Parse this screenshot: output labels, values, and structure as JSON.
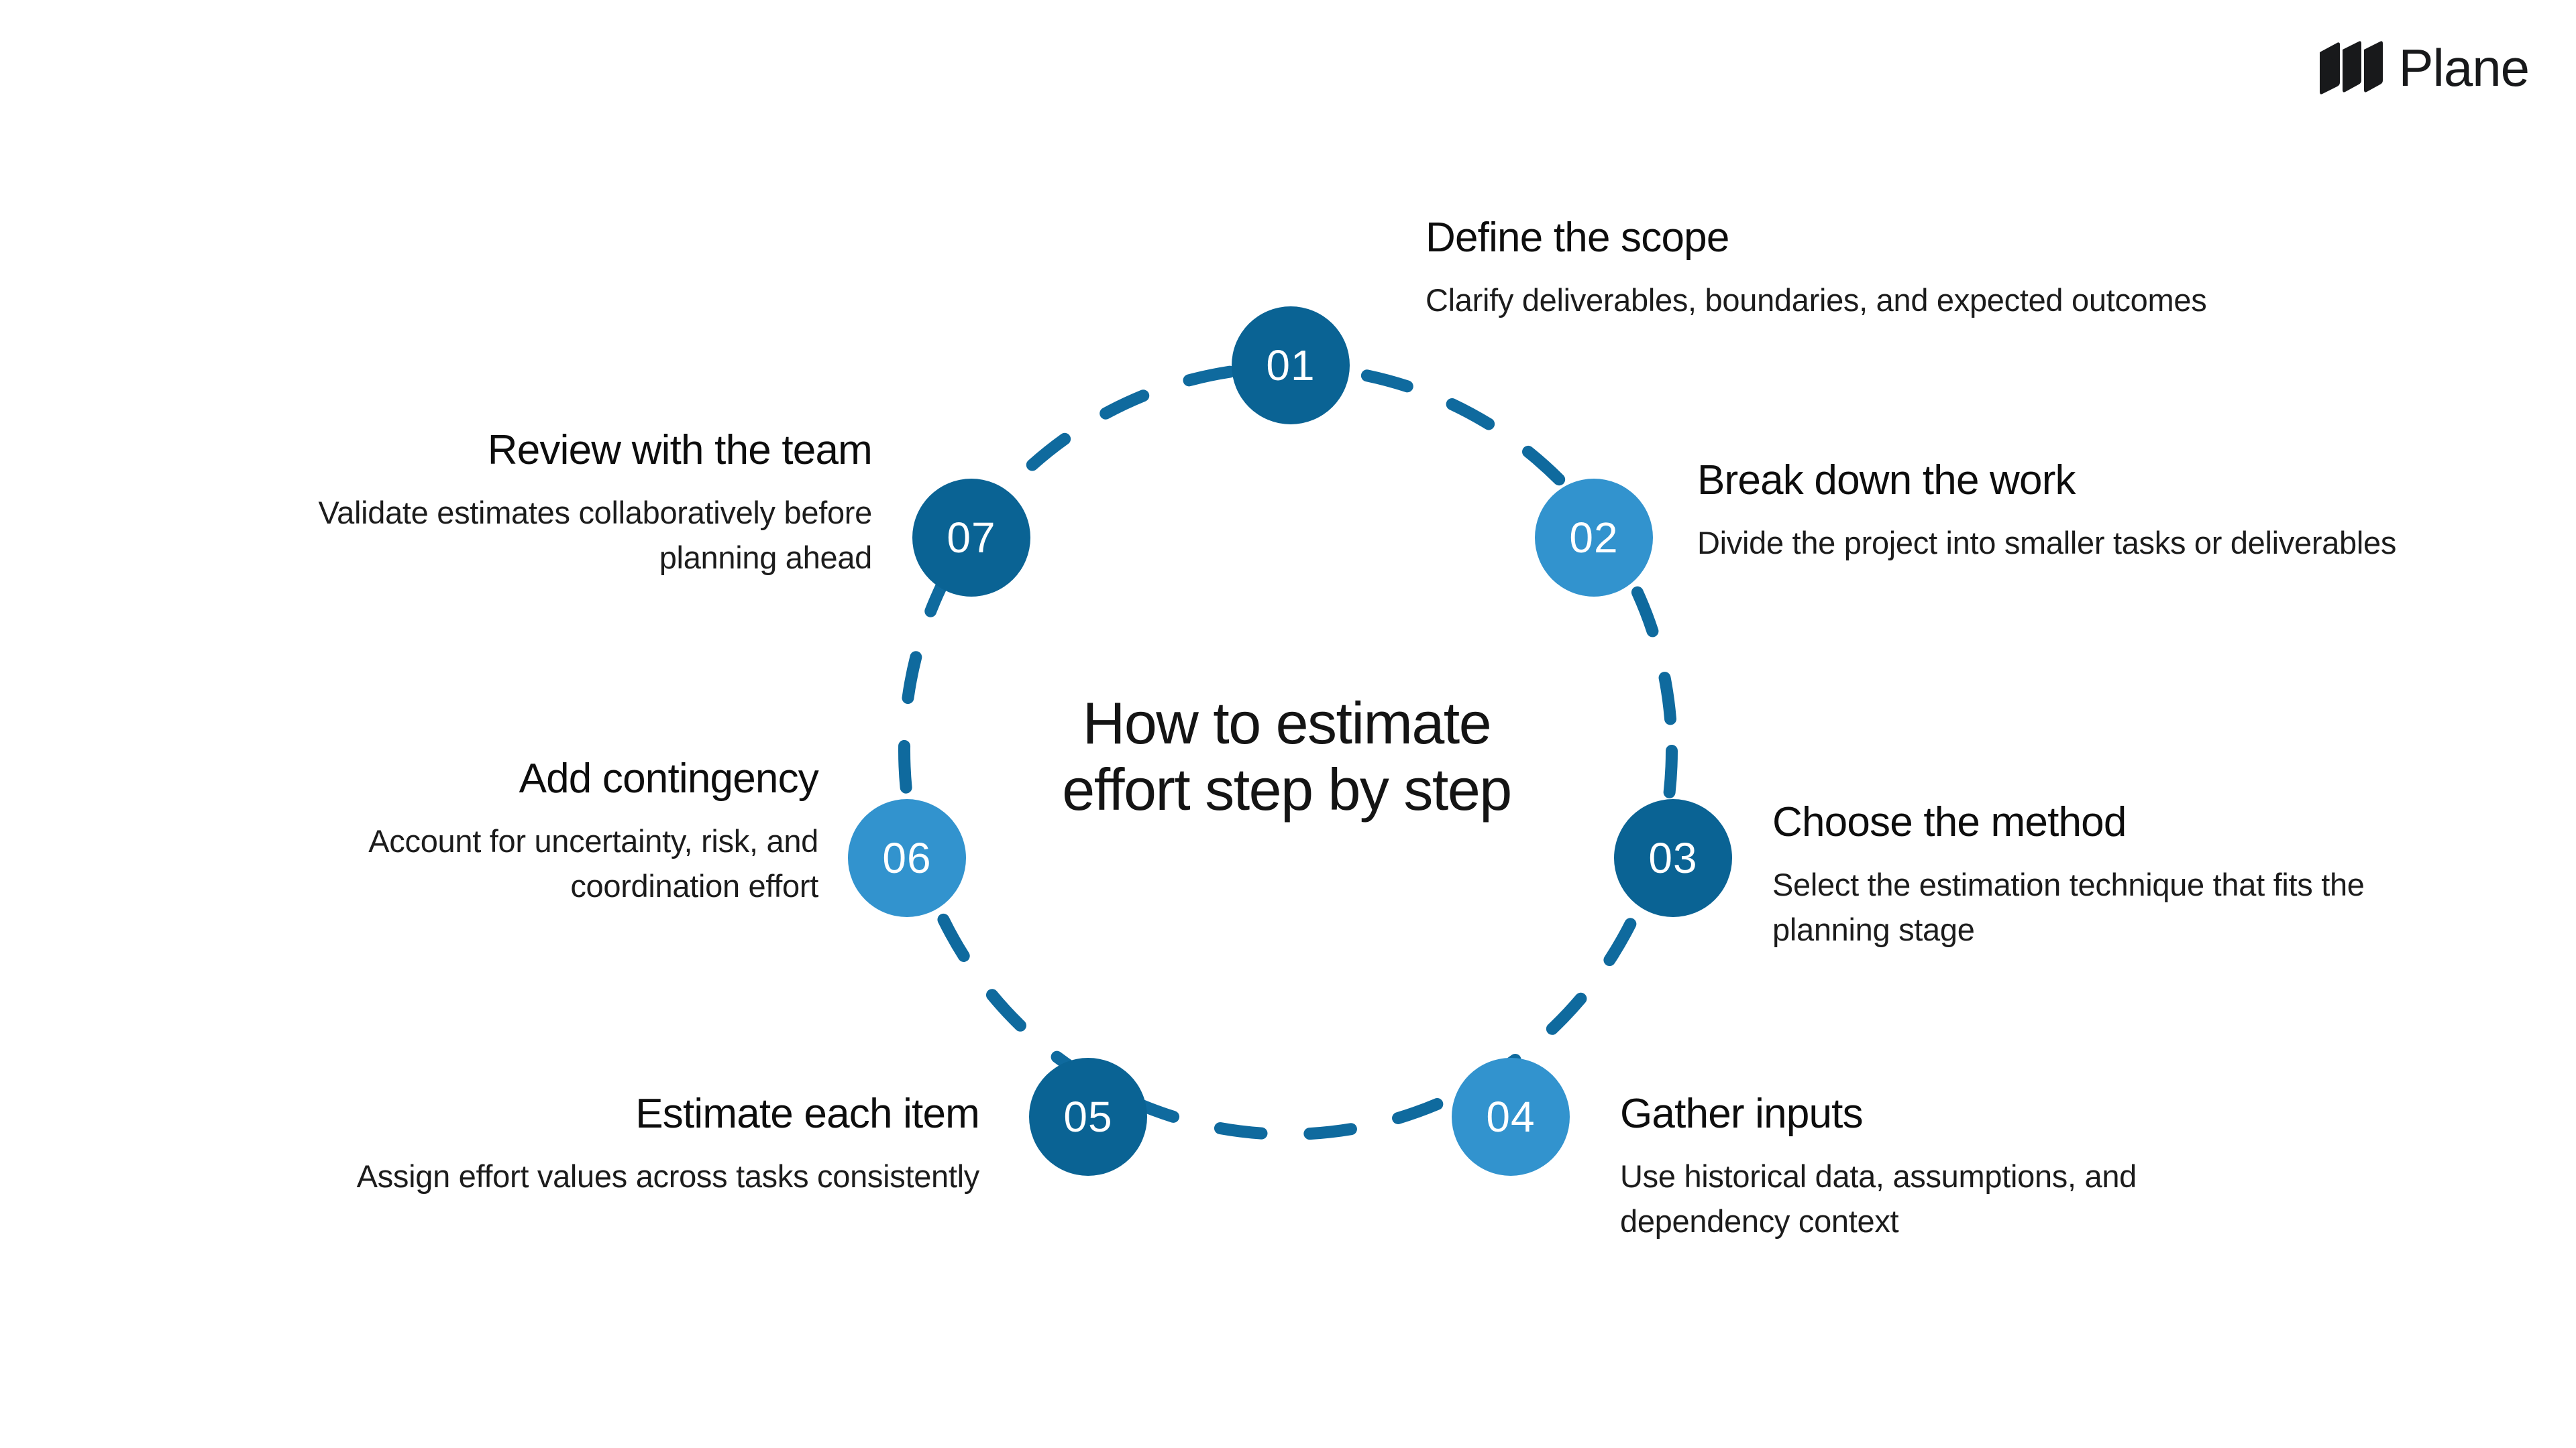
{
  "brand": {
    "name": "Plane",
    "logo_icon": "plane-logo-icon",
    "logo_color": "#18191b"
  },
  "center": {
    "title_line_1": "How to estimate",
    "title_line_2": "effort step by step"
  },
  "theme": {
    "dark_blue": "#0a6394",
    "light_blue": "#3293ce",
    "ring_stroke": "#0f6a9e",
    "background": "#ffffff",
    "text": "#111111"
  },
  "ring": {
    "style": "dashed",
    "dash_length": 62,
    "dash_gap": 72,
    "stroke_width": 18,
    "linecap": "round"
  },
  "steps": [
    {
      "number": "01",
      "title": "Define the scope",
      "description": "Clarify deliverables, boundaries, and expected outcomes",
      "tone": "dark",
      "align": "left"
    },
    {
      "number": "02",
      "title": "Break down the work",
      "description": "Divide the project into smaller tasks or deliverables",
      "tone": "light",
      "align": "left"
    },
    {
      "number": "03",
      "title": "Choose the method",
      "description": "Select the estimation technique that fits the planning stage",
      "tone": "dark",
      "align": "left"
    },
    {
      "number": "04",
      "title": "Gather inputs",
      "description": "Use historical data, assumptions, and dependency context",
      "tone": "light",
      "align": "left"
    },
    {
      "number": "05",
      "title": "Estimate each item",
      "description": "Assign effort values across tasks consistently",
      "tone": "dark",
      "align": "right"
    },
    {
      "number": "06",
      "title": "Add contingency",
      "description": "Account for uncertainty, risk, and coordination effort",
      "tone": "light",
      "align": "right"
    },
    {
      "number": "07",
      "title": "Review with the team",
      "description": "Validate estimates collaboratively before planning ahead",
      "tone": "dark",
      "align": "right"
    }
  ]
}
